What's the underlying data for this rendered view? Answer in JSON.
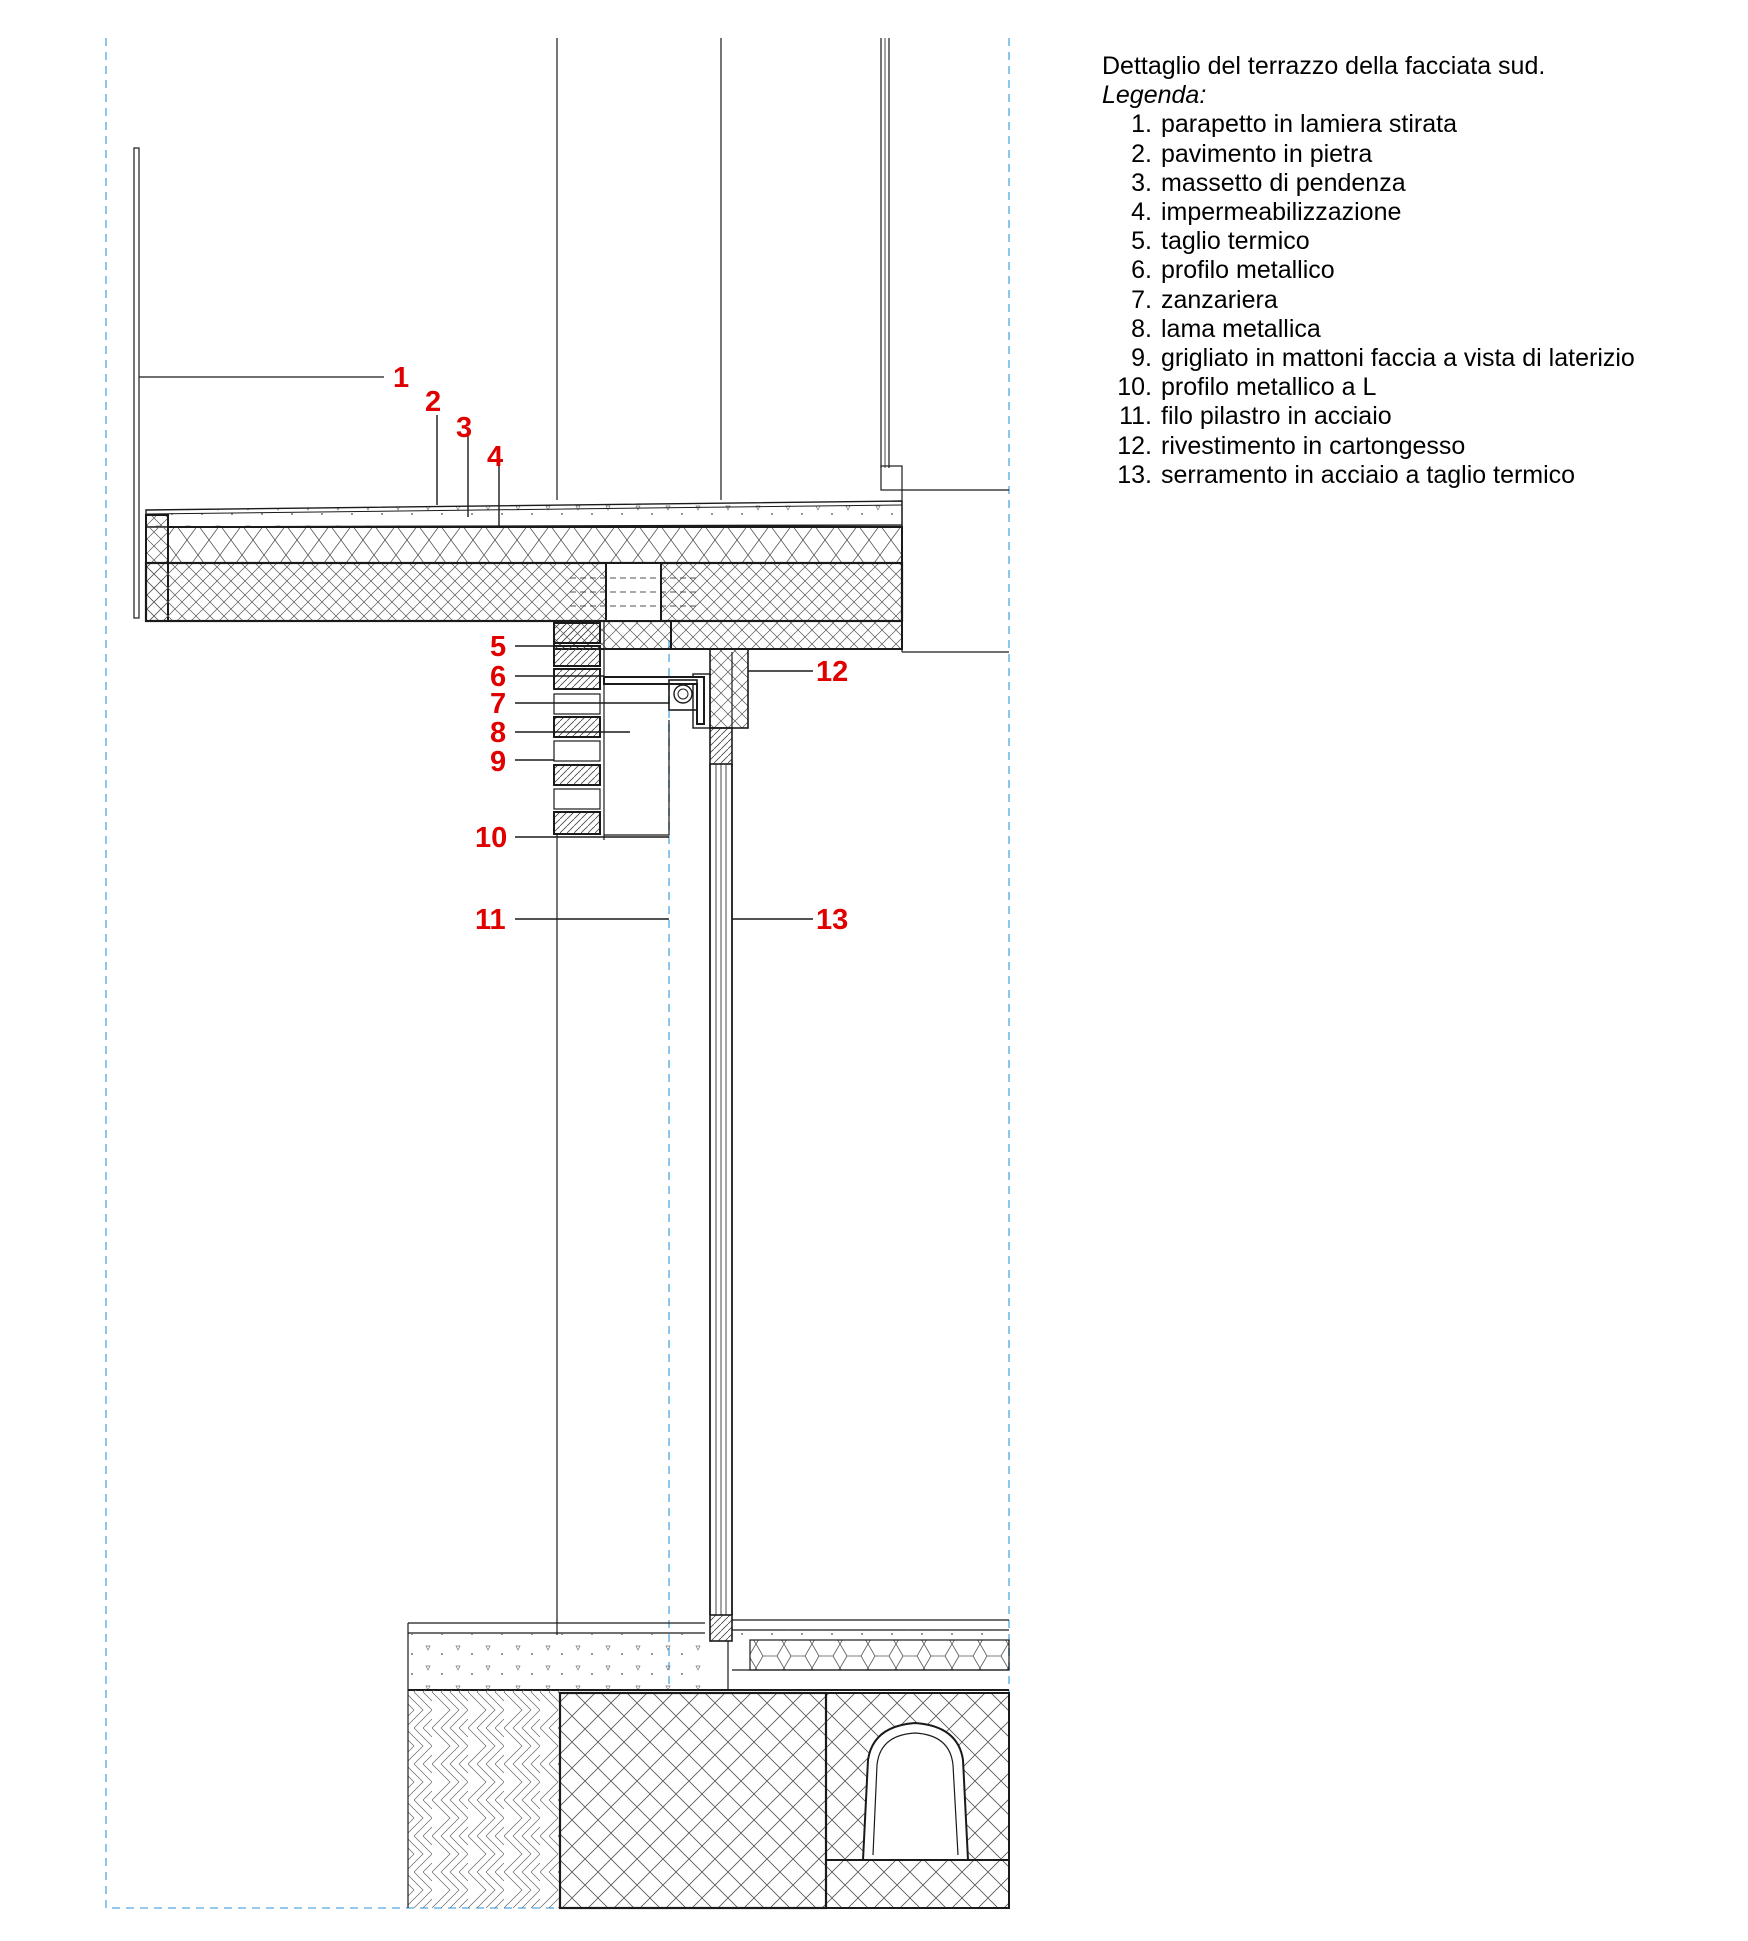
{
  "legend": {
    "title": "Dettaglio del terrazzo della facciata sud.",
    "subtitle": "Legenda:",
    "items": [
      {
        "num": "1.",
        "text": "parapetto in lamiera stirata"
      },
      {
        "num": "2.",
        "text": "pavimento in pietra"
      },
      {
        "num": "3.",
        "text": "massetto di pendenza"
      },
      {
        "num": "4.",
        "text": "impermeabilizzazione"
      },
      {
        "num": "5.",
        "text": "taglio termico"
      },
      {
        "num": "6.",
        "text": "profilo metallico"
      },
      {
        "num": "7.",
        "text": "zanzariera"
      },
      {
        "num": "8.",
        "text": "lama metallica"
      },
      {
        "num": "9.",
        "text": "grigliato in mattoni faccia a vista di laterizio"
      },
      {
        "num": "10.",
        "text": "profilo metallico a L"
      },
      {
        "num": "11.",
        "text": "filo pilastro in acciaio"
      },
      {
        "num": "12.",
        "text": "rivestimento in cartongesso"
      },
      {
        "num": "13.",
        "text": "serramento in acciaio a taglio termico"
      }
    ]
  },
  "callouts": [
    "1",
    "2",
    "3",
    "4",
    "5",
    "6",
    "7",
    "8",
    "9",
    "10",
    "11",
    "12",
    "13"
  ],
  "colors": {
    "line": "#1a1a1a",
    "callout": "#e00000",
    "guide": "#6fb8e8"
  }
}
